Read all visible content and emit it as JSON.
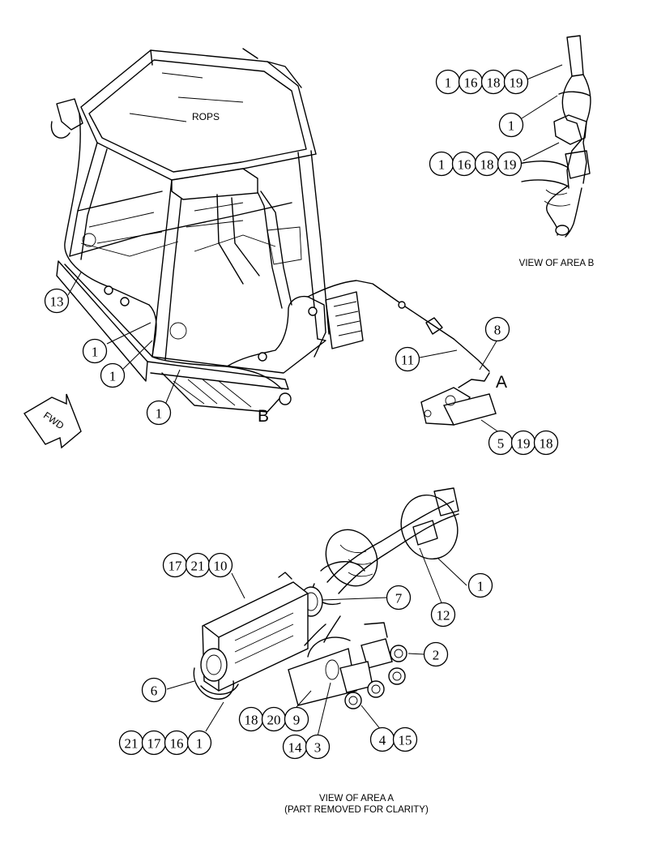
{
  "labels": {
    "rops": "ROPS",
    "area_a": "A",
    "area_b": "B",
    "fwd": "FWD"
  },
  "captions": {
    "view_b": "VIEW OF AREA B",
    "view_a_line1": "VIEW OF AREA A",
    "view_a_line2": "(PART REMOVED FOR CLARITY)"
  },
  "callouts": [
    {
      "id": "c13",
      "num": "13"
    },
    {
      "id": "c1a",
      "num": "1"
    },
    {
      "id": "c1b",
      "num": "1"
    },
    {
      "id": "c1c",
      "num": "1"
    },
    {
      "id": "c11",
      "num": "11"
    },
    {
      "id": "c8",
      "num": "8"
    },
    {
      "id": "g5",
      "nums": [
        "5",
        "19",
        "18"
      ]
    },
    {
      "id": "gb1",
      "nums": [
        "1",
        "16",
        "18",
        "19"
      ]
    },
    {
      "id": "c1d",
      "num": "1"
    },
    {
      "id": "gb2",
      "nums": [
        "1",
        "16",
        "18",
        "19"
      ]
    },
    {
      "id": "ga1",
      "nums": [
        "17",
        "21",
        "10"
      ]
    },
    {
      "id": "c7",
      "num": "7"
    },
    {
      "id": "c1e",
      "num": "1"
    },
    {
      "id": "c12",
      "num": "12"
    },
    {
      "id": "c2",
      "num": "2"
    },
    {
      "id": "c6",
      "num": "6"
    },
    {
      "id": "ga2",
      "nums": [
        "18",
        "20",
        "9"
      ]
    },
    {
      "id": "ga3",
      "nums": [
        "14",
        "3"
      ]
    },
    {
      "id": "ga4",
      "nums": [
        "4",
        "15"
      ]
    },
    {
      "id": "ga5",
      "nums": [
        "21",
        "17",
        "16",
        "1"
      ]
    }
  ]
}
